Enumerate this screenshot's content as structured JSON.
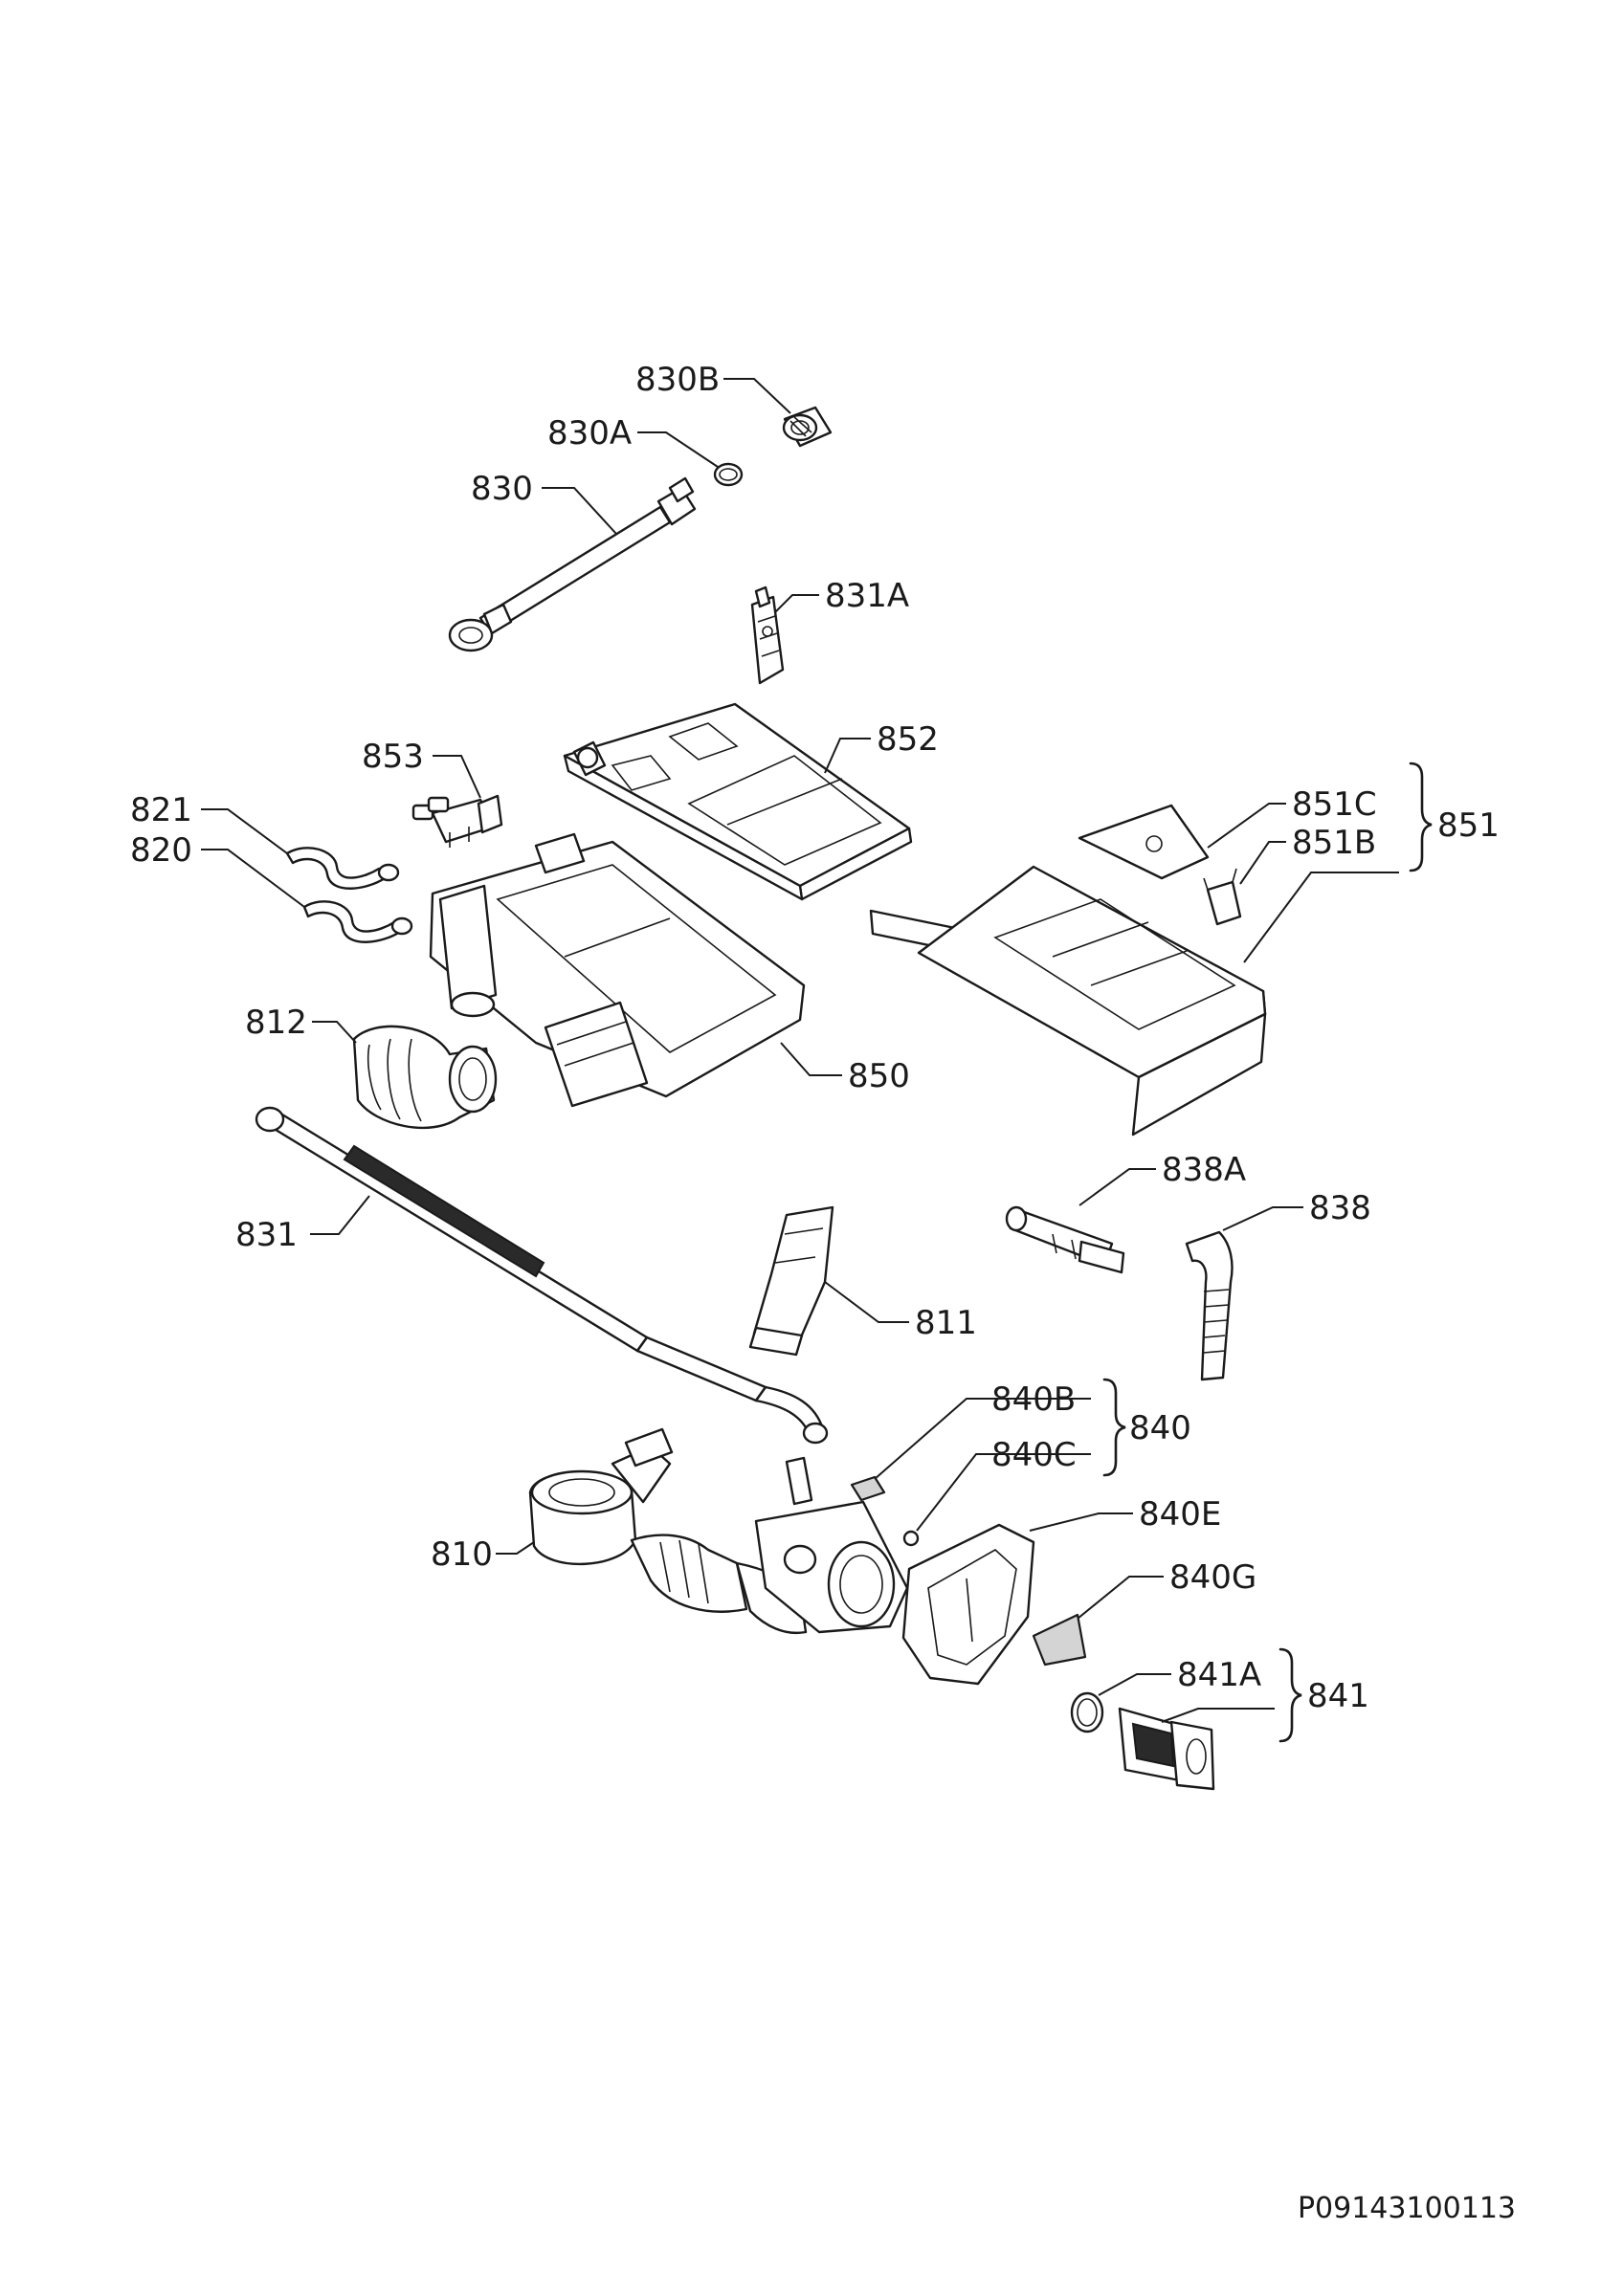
{
  "diagram": {
    "code": "P09143100113",
    "labels": {
      "p830B": "830B",
      "p830A": "830A",
      "p830": "830",
      "p831A": "831A",
      "p853": "853",
      "p852": "852",
      "p851C": "851C",
      "p851B": "851B",
      "p851": "851",
      "p821": "821",
      "p820": "820",
      "p812": "812",
      "p850": "850",
      "p838A": "838A",
      "p838": "838",
      "p831": "831",
      "p811": "811",
      "p840B": "840B",
      "p840C": "840C",
      "p840": "840",
      "p840E": "840E",
      "p840G": "840G",
      "p810": "810",
      "p841A": "841A",
      "p841": "841"
    }
  }
}
